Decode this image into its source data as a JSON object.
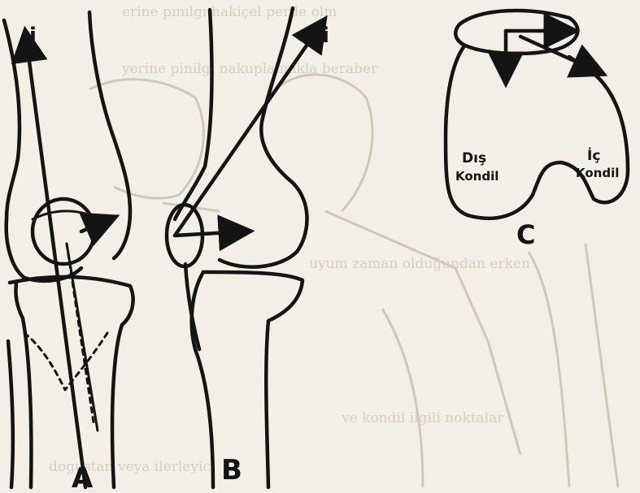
{
  "labels": {
    "figure_a": "A",
    "figure_b": "B",
    "figure_c": "C",
    "outer_condyle_line1": "Dış",
    "outer_condyle_line2": "Kondil",
    "inner_condyle_line1": "İç",
    "inner_condyle_line2": "Kondil",
    "marker_a": "i",
    "marker_b": "i"
  },
  "colors": {
    "ink": "#141414",
    "paper": "#f3efe6",
    "bleed_through": "#cfc8bb"
  }
}
